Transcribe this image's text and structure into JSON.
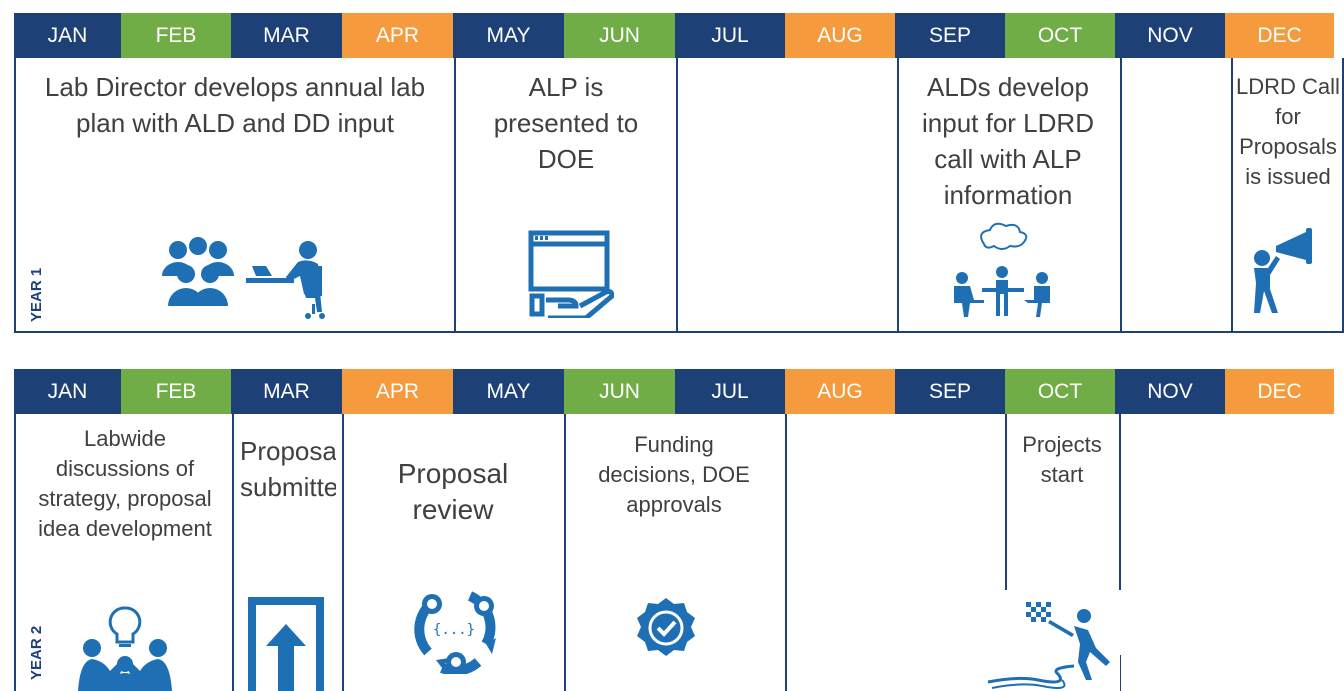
{
  "year1": {
    "months": [
      "JAN",
      "FEB",
      "MAR",
      "APR",
      "MAY",
      "JUN",
      "JUL",
      "AUG",
      "SEP",
      "OCT",
      "NOV",
      "DEC"
    ],
    "label": "YEAR 1",
    "cells": {
      "lab_plan": "Lab Director develops annual lab plan with ALD and DD input",
      "alp": "ALP is presented to DOE",
      "alds": "ALDs develop input for LDRD call with ALP information",
      "call": "LDRD Call for Proposals is issued"
    }
  },
  "year2": {
    "months": [
      "JAN",
      "FEB",
      "MAR",
      "APR",
      "MAY",
      "JUN",
      "JUL",
      "AUG",
      "SEP",
      "OCT",
      "NOV",
      "DEC"
    ],
    "label": "YEAR 2",
    "cells": {
      "labwide": "Labwide discussions of strategy, proposal idea development",
      "submitted": "Proposals submitted",
      "review": "Proposal review",
      "funding": "Funding decisions, DOE approvals",
      "start": "Projects start"
    }
  },
  "colors": {
    "navy": "#1d4077",
    "green": "#70ad47",
    "orange": "#f59a3d",
    "icon_blue": "#1f6fb5"
  },
  "icons": [
    "team-icon",
    "person-at-laptop-icon",
    "browser-hand-icon",
    "meeting-cloud-icon",
    "megaphone-person-icon",
    "brainstorm-group-icon",
    "upload-box-icon",
    "review-cycle-icon",
    "approval-badge-icon",
    "finish-flag-runner-icon"
  ]
}
